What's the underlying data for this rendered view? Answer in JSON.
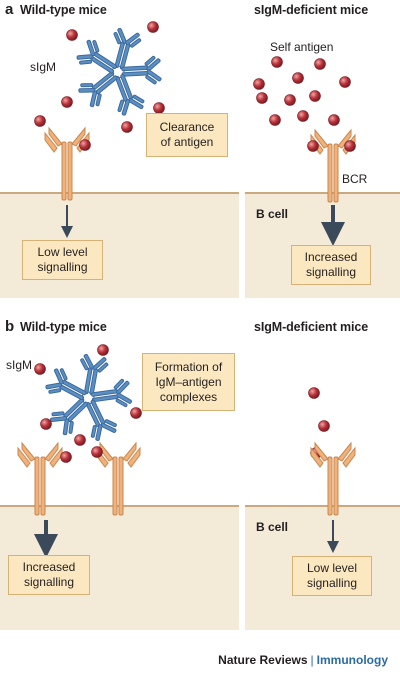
{
  "panel_a": {
    "letter": "a",
    "left_title": "Wild-type mice",
    "right_title": "sIgM-deficient mice",
    "sigm_label": "sIgM",
    "self_antigen_label": "Self antigen",
    "bcr_label": "BCR",
    "b_cell_label": "B cell",
    "clearance_box": [
      "Clearance",
      "of antigen"
    ],
    "left_signal_box": [
      "Low level",
      "signalling"
    ],
    "right_signal_box": [
      "Increased",
      "signalling"
    ]
  },
  "panel_b": {
    "letter": "b",
    "left_title": "Wild-type mice",
    "right_title": "sIgM-deficient mice",
    "sigm_label": "sIgM",
    "b_cell_label": "B cell",
    "complex_box": [
      "Formation of",
      "IgM–antigen",
      "complexes"
    ],
    "left_signal_box": [
      "Increased",
      "signalling"
    ],
    "right_signal_box": [
      "Low level",
      "signalling"
    ]
  },
  "footer": {
    "journal": "Nature Reviews",
    "separator": "|",
    "subject": "Immunology"
  },
  "colors": {
    "igm": "#5b8fc4",
    "igm_stroke": "#3c6a9c",
    "bcr": "#f0b27a",
    "bcr_stroke": "#c8874f",
    "antigen": "#b8323a",
    "membrane_fill": "#f4ead8",
    "membrane_line": "#c9a97d",
    "arrow": "#3b4a5a",
    "box_fill": "#fbe8c0"
  }
}
